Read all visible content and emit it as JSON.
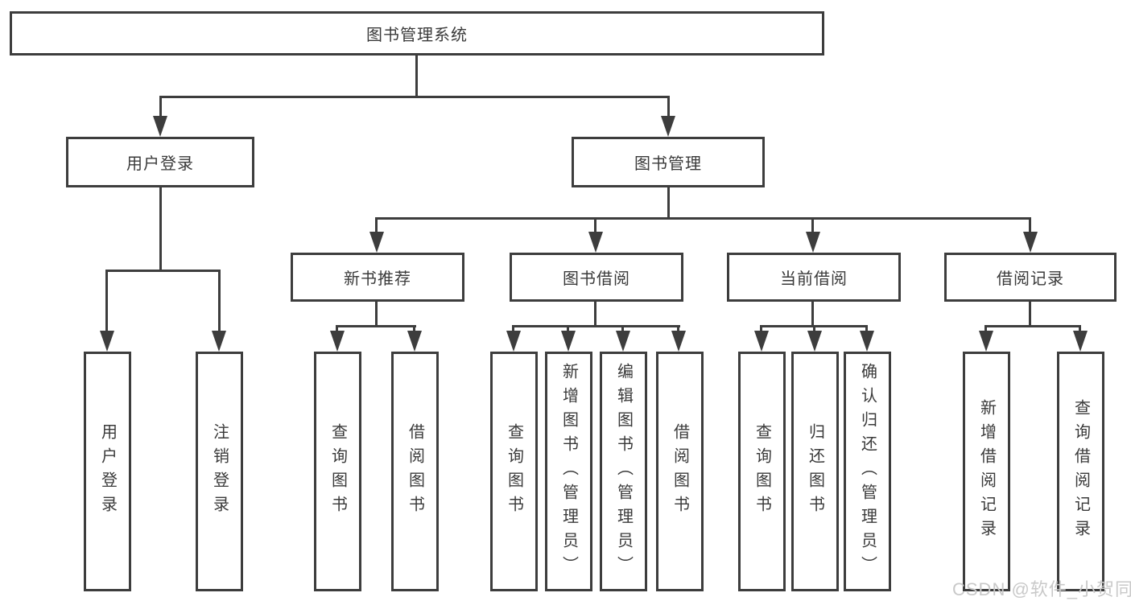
{
  "diagram": {
    "title": "图书管理系统",
    "nodes": {
      "user_login": "用户登录",
      "book_management": "图书管理",
      "new_book_recommend": "新书推荐",
      "book_borrow": "图书借阅",
      "current_borrow": "当前借阅",
      "borrow_record": "借阅记录"
    },
    "leaves": {
      "user_login": [
        "用户登录",
        "注销登录"
      ],
      "new_book_recommend": [
        "查询图书",
        "借阅图书"
      ],
      "book_borrow": [
        "查询图书",
        "新增图书（管理员）",
        "编辑图书（管理员）",
        "借阅图书"
      ],
      "current_borrow": [
        "查询图书",
        "归还图书",
        "确认归还（管理员）"
      ],
      "borrow_record": [
        "新增借阅记录",
        "查询借阅记录"
      ]
    }
  },
  "watermark": "CSDN @软件_小贺同学",
  "colors": {
    "line": "#3d3d3d",
    "text": "#3a3a3a",
    "watermark": "#c9c9c9",
    "background": "#ffffff"
  }
}
